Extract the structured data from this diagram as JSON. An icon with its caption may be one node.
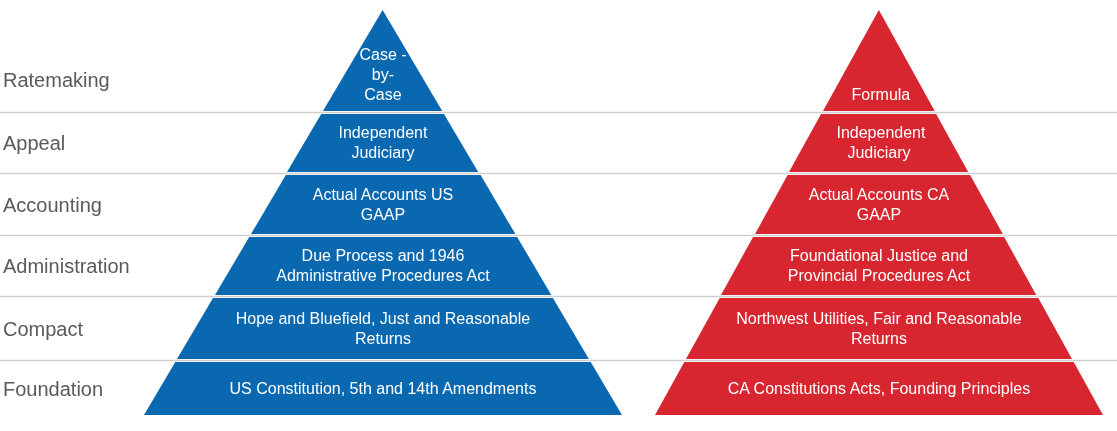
{
  "diagram": {
    "nodes": [
      {
        "text": [
          "Case -by-Case"
        ]
      },
      {
        "text": [
          "Formula"
        ]
      },
      {
        "text": [
          "Independent Judiciary"
        ]
      },
      {
        "text": [
          "Independent Judiciary"
        ]
      },
      {
        "text": [
          "Actual Accounts US GAAP"
        ]
      },
      {
        "text": [
          "Actual Accounts CA GAAP"
        ]
      },
      {
        "text": [
          "Due Process and 1946 Administrative Procedures Act"
        ]
      },
      {
        "text": [
          "Foundational Justice and Provincial Procedures Act"
        ]
      },
      {
        "text": [
          "Hope and Bluefield, Just and Reasonable Returns"
        ]
      },
      {
        "text": [
          "Northwest Utilities, Fair and Reasonable Returns"
        ]
      },
      {
        "text": [
          "US Constitution, 5th and 14th Amendments"
        ]
      },
      {
        "text": [
          "CA Constitutions Acts, Founding Principles"
        ]
      }
    ],
    "labels": [
      "Ratemaking",
      "Appeal",
      "Accounting",
      "Administration",
      "Compact",
      "Foundation"
    ]
  }
}
